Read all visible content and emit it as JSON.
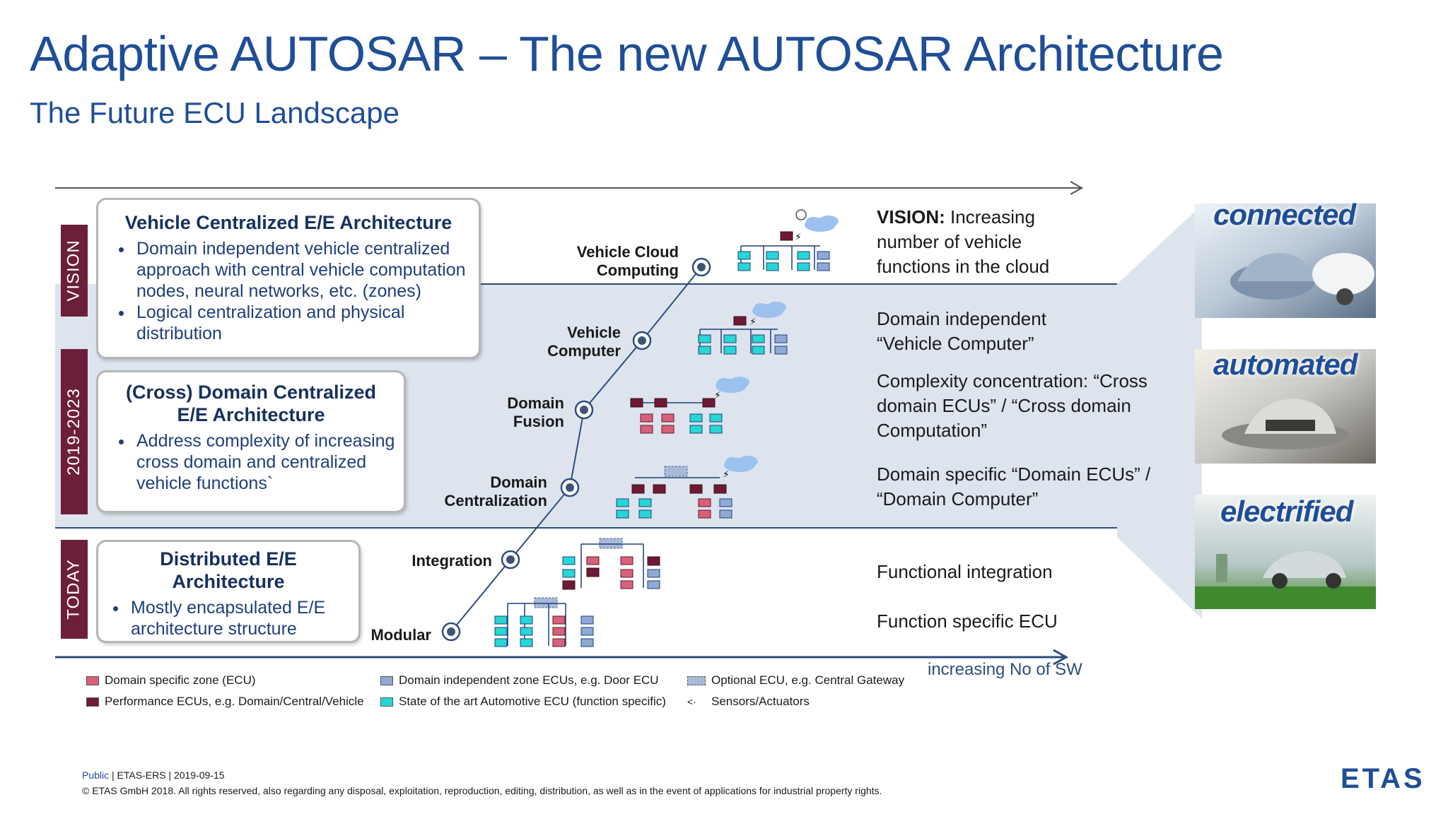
{
  "header": {
    "title": "Adaptive AUTOSAR – The new AUTOSAR Architecture",
    "subtitle": "The Future ECU Landscape"
  },
  "tabs": {
    "vision": "VISION",
    "mid": "2019-2023",
    "today": "TODAY"
  },
  "boxes": {
    "vehicle_centralized": {
      "heading": "Vehicle Centralized E/E Architecture",
      "bullets": [
        "Domain independent vehicle centralized approach with central vehicle computation nodes, neural networks, etc. (zones)",
        "Logical centralization and physical distribution"
      ]
    },
    "cross_domain": {
      "heading_line1": "(Cross) Domain Centralized",
      "heading_line2": "E/E Architecture",
      "bullets": [
        "Address complexity of increasing cross domain and centralized vehicle functions`"
      ]
    },
    "distributed": {
      "heading_line1": "Distributed E/E",
      "heading_line2": "Architecture",
      "bullets": [
        "Mostly encapsulated E/E architecture structure"
      ]
    }
  },
  "stages": {
    "vehicle_cloud_1": "Vehicle Cloud",
    "vehicle_cloud_2": "Computing",
    "vehicle_computer_1": "Vehicle",
    "vehicle_computer_2": "Computer",
    "domain_fusion_1": "Domain",
    "domain_fusion_2": "Fusion",
    "domain_central_1": "Domain",
    "domain_central_2": "Centralization",
    "integration": "Integration",
    "modular": "Modular"
  },
  "descriptions": {
    "vision_bold": "VISION:",
    "vision_rest": " Increasing number of vehicle functions in the cloud",
    "vehicle_computer": "Domain independent “Vehicle Computer”",
    "complexity": "Complexity concentration: “Cross domain ECUs” / “Cross domain Computation”",
    "domain_specific": "Domain specific “Domain ECUs” / “Domain Computer”",
    "functional_integration": "Functional integration",
    "function_specific": "Function specific ECU"
  },
  "axis_label": "increasing No of SW",
  "brand_words": [
    "connected",
    "automated",
    "electrified"
  ],
  "legend": {
    "domain_zone": "Domain specific zone (ECU)",
    "performance": "Performance ECUs, e.g. Domain/Central/Vehicle",
    "independent_zone": "Domain independent zone ECUs, e.g. Door ECU",
    "state_of_art": "State of the art Automotive ECU (function specific)",
    "optional": "Optional ECU, e.g. Central Gateway",
    "sensors": "Sensors/Actuators"
  },
  "footer": {
    "public": "Public",
    "meta": " | ETAS-ERS | 2019-09-15",
    "copyright": "© ETAS GmbH 2018. All rights reserved, also regarding any disposal, exploitation, reproduction, editing, distribution, as well as in the event of applications for industrial property rights."
  },
  "logo": "ETAS",
  "colors": {
    "title_blue": "#1f4e96",
    "tab_maroon": "#6b1f3a",
    "band": "#dde4ee",
    "domain_pink": "#d9607a",
    "performance_maroon": "#6e1a34",
    "independent_blue": "#8fa9d4",
    "cyan_ecu": "#27d6d6",
    "optional_grey": "#a9b9d6"
  }
}
